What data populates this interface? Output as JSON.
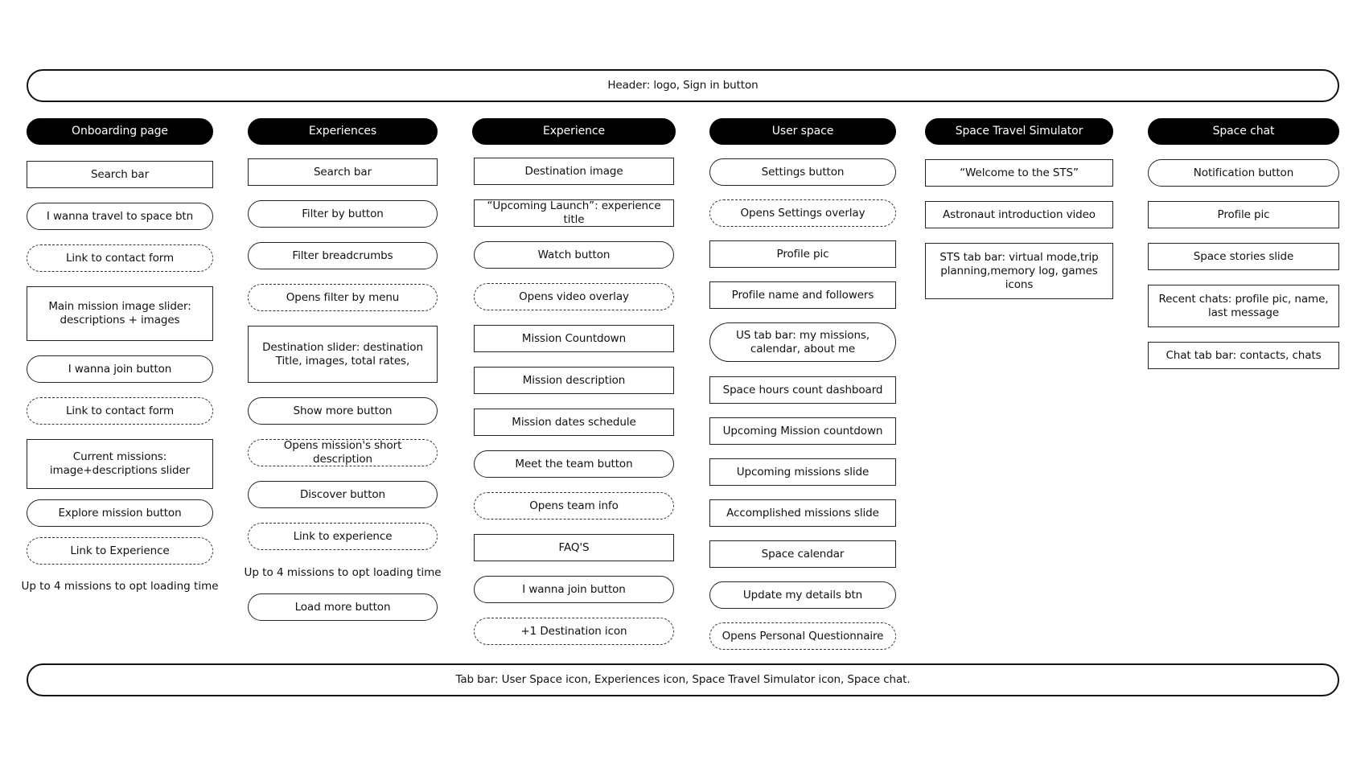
{
  "header_bar": "Header:  logo, Sign in button",
  "tab_bar": "Tab bar: User Space icon, Experiences icon, Space Travel Simulator icon, Space chat.",
  "columns": [
    {
      "title": "Onboarding  page",
      "items": [
        "Search bar",
        "I wanna travel to space btn",
        "Link to contact form",
        "Main mission  image slider: descriptions + images",
        "I wanna join button",
        "Link to contact form",
        "Current missions: image+descriptions slider",
        "Explore mission button",
        "Link to Experience"
      ],
      "note": "Up to 4 missions to opt loading time"
    },
    {
      "title": "Experiences",
      "items": [
        "Search bar",
        "Filter by button",
        "Filter breadcrumbs",
        "Opens filter by menu",
        "Destination slider: destination Title, images, total rates,",
        "Show more button",
        "Opens mission's short description",
        "Discover button",
        "Link to experience",
        "Load more button"
      ],
      "note": "Up to 4 missions to opt loading time"
    },
    {
      "title": "Experience",
      "items": [
        "Destination image",
        "“Upcoming Launch”: experience title",
        "Watch button",
        "Opens video overlay",
        "Mission Countdown",
        "Mission description",
        "Mission dates schedule",
        "Meet the team button",
        "Opens team info",
        "FAQ'S",
        "I wanna join button",
        "+1 Destination icon"
      ]
    },
    {
      "title": "User space",
      "items": [
        "Settings button",
        "Opens Settings overlay",
        "Profile pic",
        "Profile name and followers",
        "US tab bar: my missions, calendar, about me",
        "Space hours count dashboard",
        "Upcoming Mission countdown",
        "Upcoming missions slide",
        "Accomplished missions slide",
        "Space calendar",
        "Update my details btn",
        "Opens Personal Questionnaire"
      ]
    },
    {
      "title": "Space Travel Simulator",
      "items": [
        "“Welcome to the STS”",
        "Astronaut introduction video",
        "STS tab bar:  virtual mode,trip planning,memory log, games icons"
      ]
    },
    {
      "title": "Space chat",
      "items": [
        "Notification button",
        "Profile pic",
        "Space stories slide",
        "Recent chats: profile pic, name, last message",
        "Chat tab bar:  contacts, chats"
      ]
    }
  ]
}
